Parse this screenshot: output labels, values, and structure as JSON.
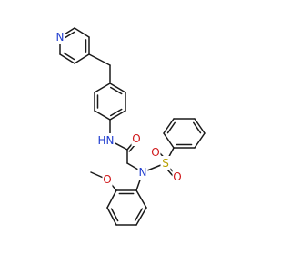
{
  "structure": {
    "atom_labels": [
      {
        "id": "n_pyridine",
        "text": "N",
        "color": "#1f3ccf"
      },
      {
        "id": "n_amide",
        "text": "N",
        "color": "#1f3ccf"
      },
      {
        "id": "h_amide",
        "text": "H",
        "color": "#1f3ccf"
      },
      {
        "id": "o_carbonyl",
        "text": "O",
        "color": "#d0181b"
      },
      {
        "id": "o_sulfonyl_left",
        "text": "O",
        "color": "#d0181b"
      },
      {
        "id": "o_sulfonyl_bottom",
        "text": "O",
        "color": "#d0181b"
      },
      {
        "id": "s_sulfonyl",
        "text": "S",
        "color": "#b8a000"
      },
      {
        "id": "n_sulfonamide",
        "text": "N",
        "color": "#1f3ccf"
      },
      {
        "id": "o_methoxy",
        "text": "O",
        "color": "#d0181b"
      }
    ]
  }
}
